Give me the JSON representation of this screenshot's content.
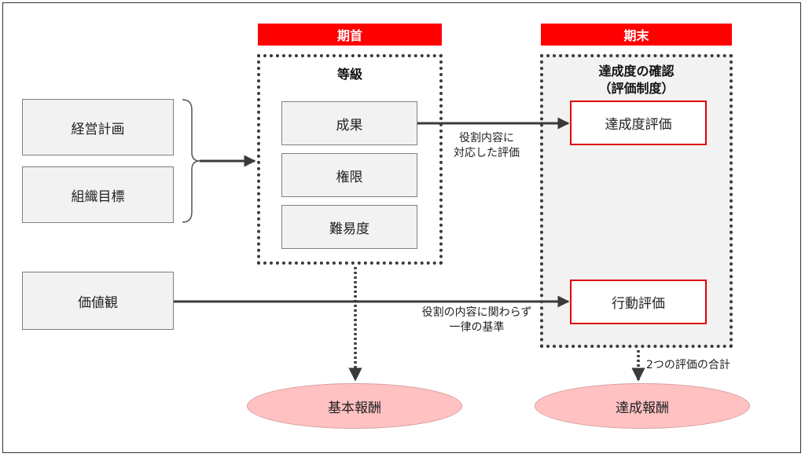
{
  "headers": {
    "start": "期首",
    "end": "期末"
  },
  "inputs": {
    "management_plan": "経営計画",
    "org_goals": "組織目標",
    "values": "価値観"
  },
  "grade": {
    "title": "等級",
    "items": [
      "成果",
      "権限",
      "難易度"
    ]
  },
  "achievement_check": {
    "title_line1": "達成度の確認",
    "title_line2": "（評価制度）"
  },
  "evaluations": {
    "achievement": "達成度評価",
    "behavior": "行動評価"
  },
  "notes": {
    "role_based_line1": "役割内容に",
    "role_based_line2": "対応した評価",
    "uniform_line1": "役割の内容に関わらず",
    "uniform_line2": "一律の基準",
    "sum": "2つの評価の合計"
  },
  "results": {
    "base_pay": "基本報酬",
    "achievement_pay": "達成報酬"
  },
  "colors": {
    "header_red": "#ff0000",
    "eval_border": "#e00000",
    "ellipse_fill": "#ffc1c1",
    "box_fill": "#f2f2f2"
  }
}
